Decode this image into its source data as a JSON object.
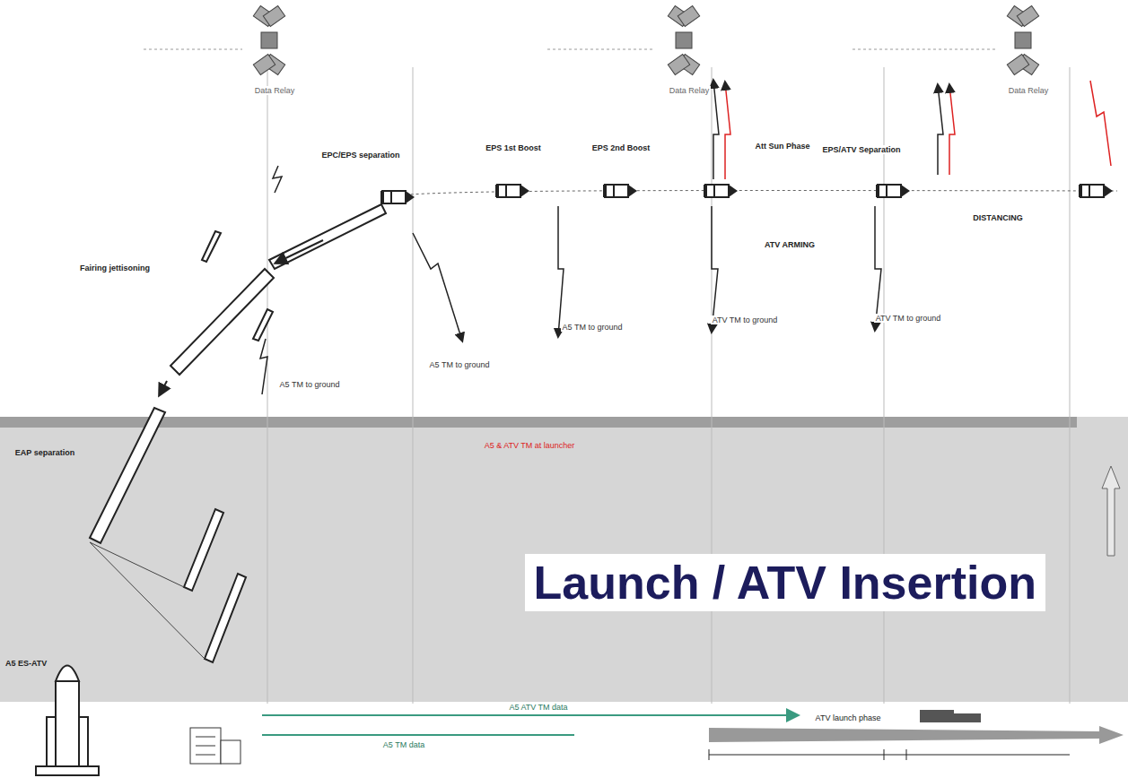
{
  "diagram": {
    "title": "Launch / ATV Insertion",
    "labels": [
      "Data Relay",
      "Data Relay",
      "Data Relay",
      "EPC/EPS separation",
      "EPS 1st Boost",
      "EPS 2nd Boost",
      "Att Sun Phase",
      "EPS/ATV Separation",
      "Fairing jettisoning",
      "ATV ARMING",
      "DISTANCING",
      "A5 TM to ground",
      "ATV TM to ground",
      "ATV TM to ground",
      "A5 TM to ground",
      "A5 TM to ground",
      "EAP separation",
      "A5 ES-ATV",
      "A5 & ATV TM at launcher",
      "A5 ATV TM data",
      "A5 TM data",
      "ATV launch phase"
    ]
  }
}
